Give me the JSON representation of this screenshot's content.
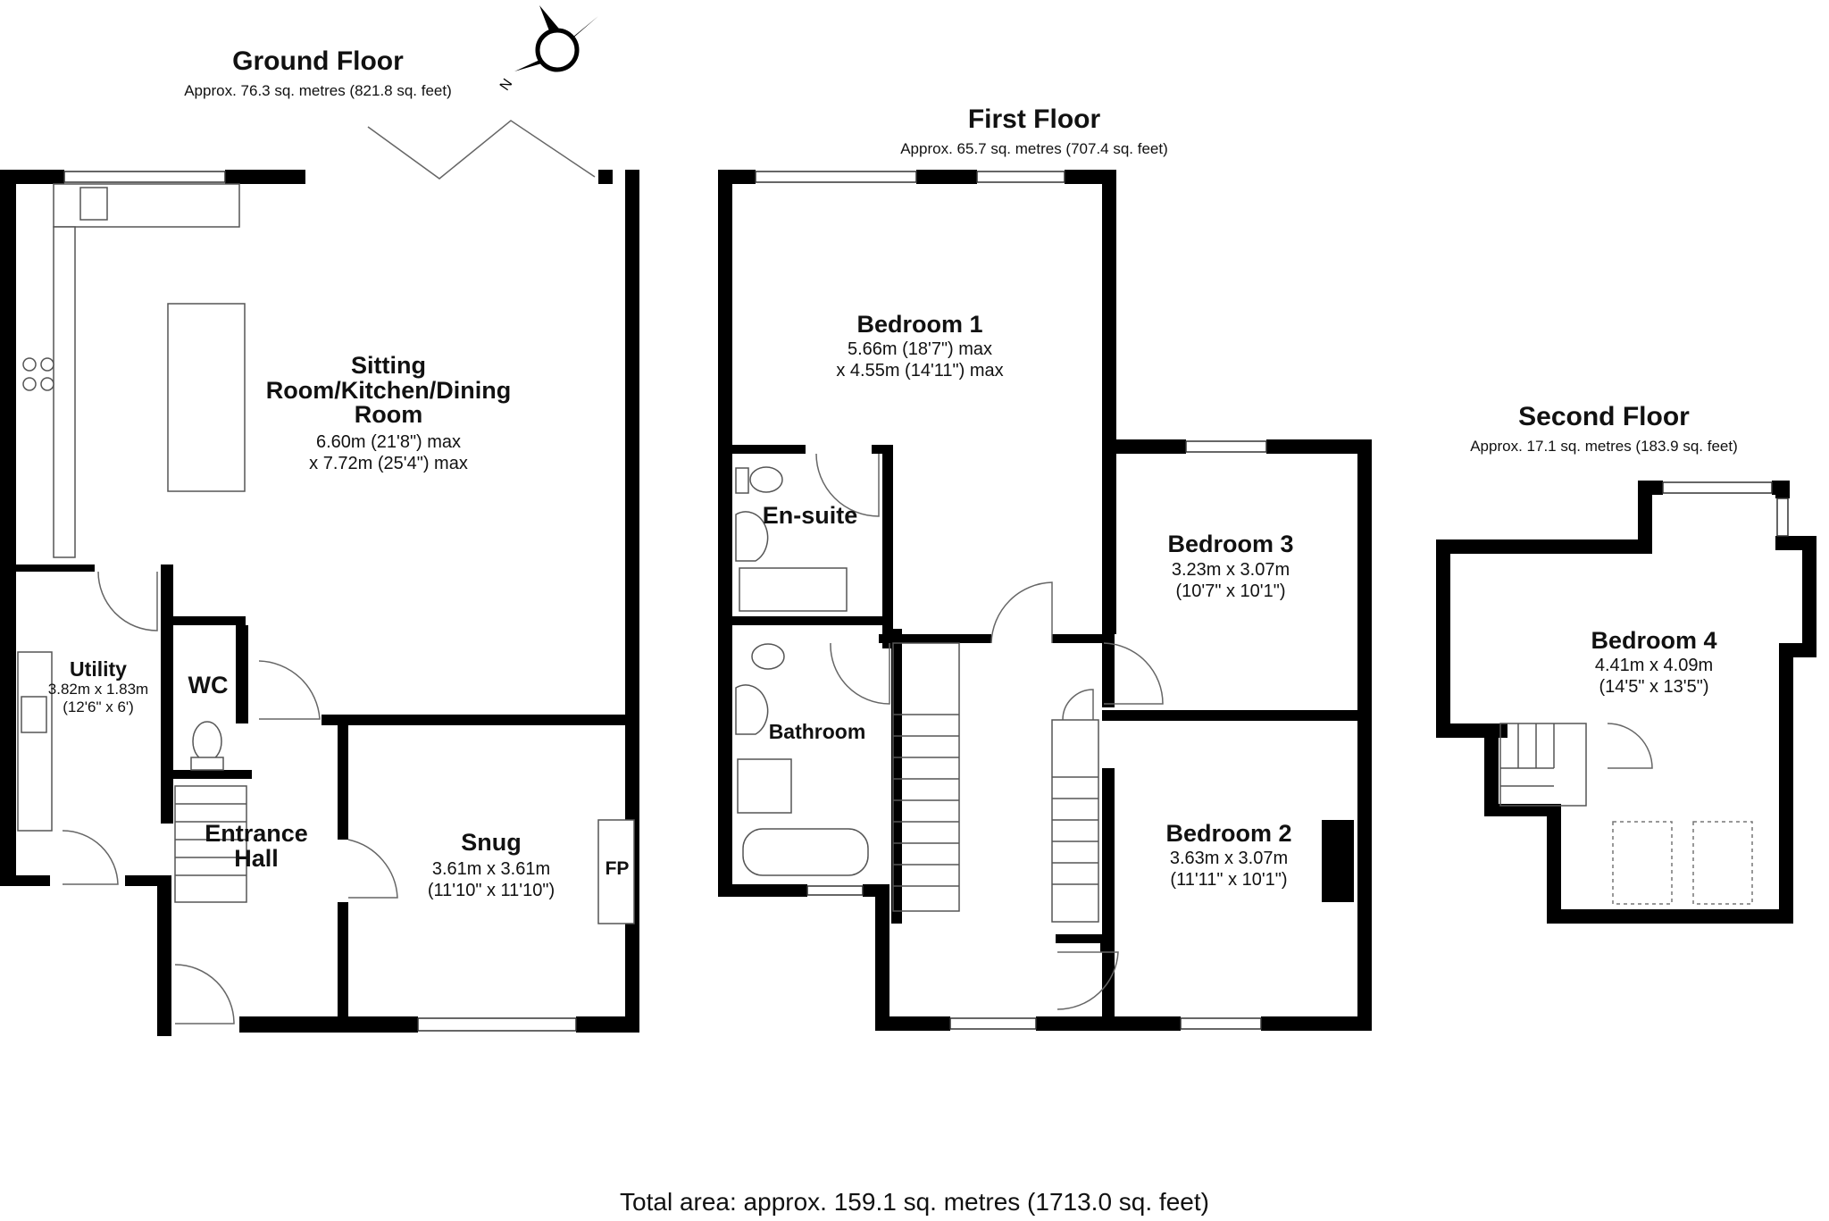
{
  "floors": {
    "ground": {
      "title": "Ground Floor",
      "area": "Approx. 76.3 sq. metres (821.8 sq. feet)",
      "rooms": {
        "sitting": {
          "name": "Sitting Room/Kitchen/Dining Room",
          "dim1": "6.60m (21'8\") max",
          "dim2": "x 7.72m (25'4\") max"
        },
        "utility": {
          "name": "Utility",
          "dim1": "3.82m x 1.83m",
          "dim2": "(12'6\" x 6')"
        },
        "wc": {
          "name": "WC"
        },
        "hall": {
          "name": "Entrance Hall"
        },
        "snug": {
          "name": "Snug",
          "dim1": "3.61m x 3.61m",
          "dim2": "(11'10\" x 11'10\")"
        },
        "fp": {
          "name": "FP"
        }
      }
    },
    "first": {
      "title": "First Floor",
      "area": "Approx. 65.7 sq. metres (707.4 sq. feet)",
      "rooms": {
        "bed1": {
          "name": "Bedroom 1",
          "dim1": "5.66m (18'7\") max",
          "dim2": "x 4.55m (14'11\") max"
        },
        "ensuite": {
          "name": "En-suite"
        },
        "bathroom": {
          "name": "Bathroom"
        },
        "bed3": {
          "name": "Bedroom 3",
          "dim1": "3.23m x 3.07m",
          "dim2": "(10'7\" x 10'1\")"
        },
        "bed2": {
          "name": "Bedroom 2",
          "dim1": "3.63m x 3.07m",
          "dim2": "(11'11\" x 10'1\")"
        }
      }
    },
    "second": {
      "title": "Second Floor",
      "area": "Approx. 17.1 sq. metres (183.9 sq. feet)",
      "rooms": {
        "bed4": {
          "name": "Bedroom 4",
          "dim1": "4.41m x 4.09m",
          "dim2": "(14'5\" x 13'5\")"
        }
      }
    }
  },
  "compass": {
    "label": "N"
  },
  "total_area": "Total area: approx. 159.1 sq. metres (1713.0 sq. feet)",
  "colors": {
    "wall": "#000000",
    "fixture": "#555555"
  }
}
